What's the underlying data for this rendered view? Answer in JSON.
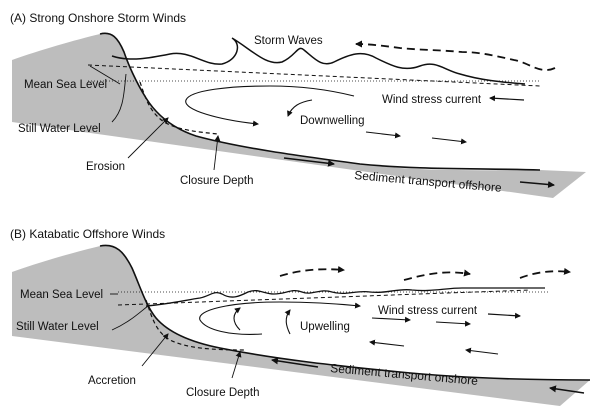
{
  "panel_a": {
    "title": "(A)  Strong Onshore Storm Winds",
    "labels": {
      "storm_waves": "Storm Waves",
      "mean_sea_level": "Mean Sea Level",
      "still_water_level": "Still Water Level",
      "wind_stress_current": "Wind stress current",
      "downwelling": "Downwelling",
      "erosion": "Erosion",
      "closure_depth": "Closure Depth",
      "sediment_transport": "Sediment transport offshore"
    }
  },
  "panel_b": {
    "title": "(B)  Katabatic Offshore Winds",
    "labels": {
      "mean_sea_level": "Mean Sea Level",
      "still_water_level": "Still Water Level",
      "wind_stress_current": "Wind stress current",
      "upwelling": "Upwelling",
      "accretion": "Accretion",
      "closure_depth": "Closure Depth",
      "sediment_transport": "Sediment transport onshore"
    }
  },
  "colors": {
    "land": "#bdbdbd",
    "line": "#111111"
  }
}
